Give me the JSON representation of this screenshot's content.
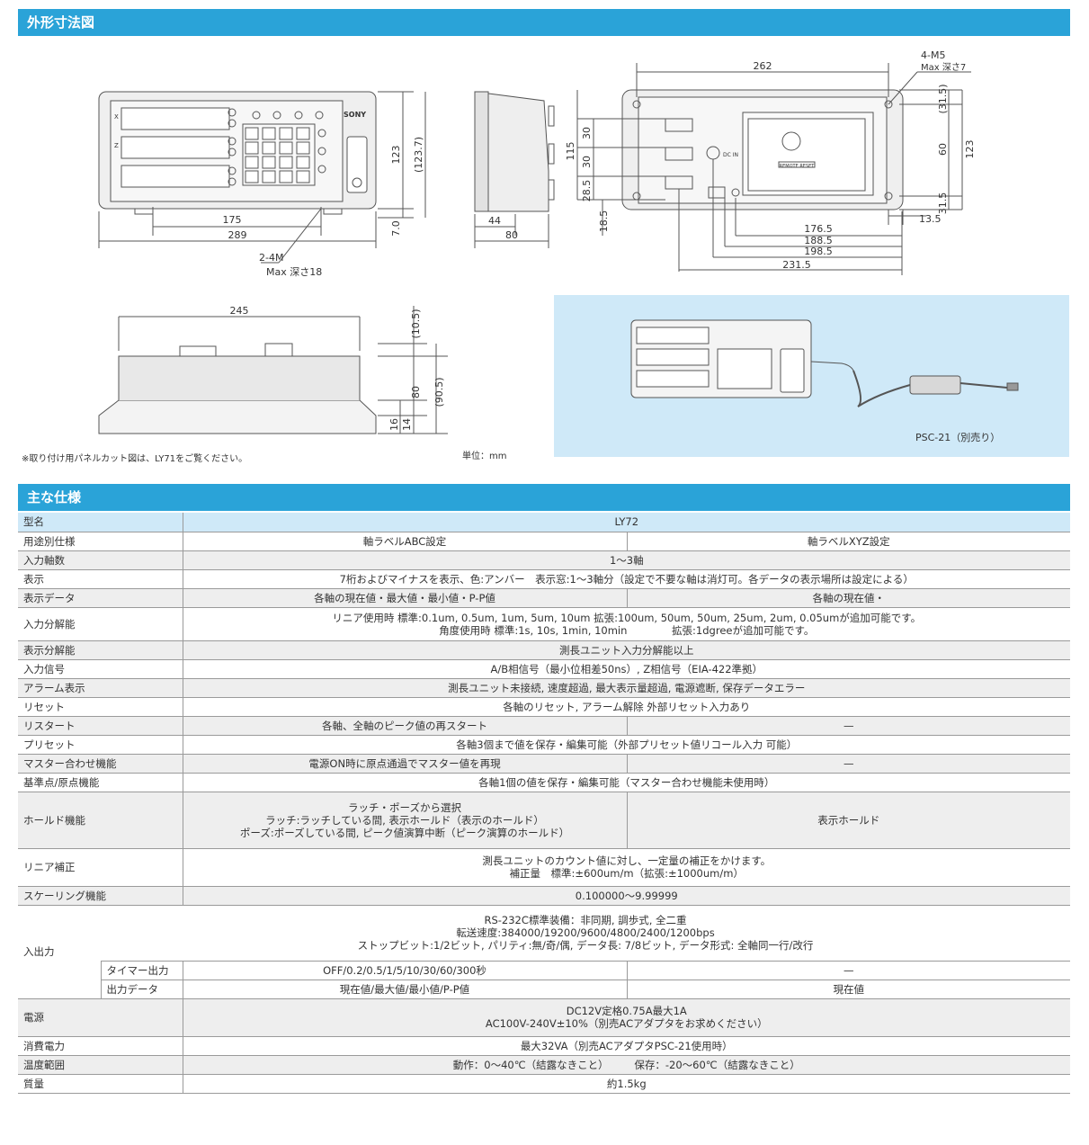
{
  "sections": {
    "dimensions_title": "外形寸法図",
    "spec_title": "主な仕様"
  },
  "drawing": {
    "front": {
      "brand": "SONY",
      "dim_width_inner": "175",
      "dim_width_total": "289",
      "dim_height": "123",
      "dim_height_paren": "(123.7)",
      "dim_foot": "7.0",
      "screw_note_line1": "2-4M",
      "screw_note_line2": "Max 深さ18",
      "axis_x": "X",
      "axis_z": "Z"
    },
    "side": {
      "dim_depth_front": "44",
      "dim_depth_total": "80"
    },
    "back": {
      "dim_width": "262",
      "screw_note_line1": "4-M5",
      "screw_note_line2": "Max 深さ7",
      "left_30a": "30",
      "left_30b": "30",
      "left_115": "115",
      "left_285": "28.5",
      "left_185": "18.5",
      "right_315a": "(31.5)",
      "right_60": "60",
      "right_123": "123",
      "right_315b": "31.5",
      "right_135": "13.5",
      "h_1765": "176.5",
      "h_1885": "188.5",
      "h_1985": "198.5",
      "h_2315": "231.5",
      "dcin": "DC IN",
      "remote_reset": "REMOTE RESET"
    },
    "top": {
      "dim_width": "245",
      "dim_105": "(10.5)",
      "dim_80": "80",
      "dim_905": "(90.5)",
      "dim_16": "16",
      "dim_14": "14"
    },
    "panel_note": "※取り付け用パネルカット図は、LY71をご覧ください。",
    "unit_note": "単位：mm",
    "psc_caption": "PSC-21（別売り）"
  },
  "spec": {
    "model": {
      "label": "型名",
      "value": "LY72"
    },
    "usage": {
      "label": "用途別仕様",
      "col1": "軸ラベルABC設定",
      "col2": "軸ラベルXYZ設定"
    },
    "axes": {
      "label": "入力軸数",
      "value": "1〜3軸"
    },
    "display": {
      "label": "表示",
      "value": "7桁およびマイナスを表示、色:アンバー　表示窓:1〜3軸分（設定で不要な軸は消灯可。各データの表示場所は設定による）"
    },
    "display_data": {
      "label": "表示データ",
      "col1": "各軸の現在値・最大値・最小値・P-P値",
      "col2": "各軸の現在値・"
    },
    "input_resolution": {
      "label": "入力分解能",
      "line1": "リニア使用時  標準:0.1um, 0.5um, 1um, 5um, 10um  拡張:100um, 50um, 50um, 25um, 2um, 0.05umが追加可能です。",
      "line2": "角度使用時  標準:1s, 10s, 1min, 10min　　　　 拡張:1dgreeが追加可能です。"
    },
    "display_resolution": {
      "label": "表示分解能",
      "value": "測長ユニット入力分解能以上"
    },
    "input_signal": {
      "label": "入力信号",
      "value": "A/B相信号（最小位相差50ns）, Z相信号（EIA-422準拠）"
    },
    "alarm": {
      "label": "アラーム表示",
      "value": "測長ユニット未接続, 速度超過, 最大表示量超過, 電源遮断, 保存データエラー"
    },
    "reset": {
      "label": "リセット",
      "value": "各軸のリセット, アラーム解除  外部リセット入力あり"
    },
    "restart": {
      "label": "リスタート",
      "col1": "各軸、全軸のピーク値の再スタート",
      "col2": "—"
    },
    "preset": {
      "label": "プリセット",
      "value": "各軸3個まで値を保存・編集可能（外部プリセット値リコール入力 可能）"
    },
    "master": {
      "label": "マスター合わせ機能",
      "col1": "電源ON時に原点通過でマスター値を再現",
      "col2": "—"
    },
    "reference": {
      "label": "基準点/原点機能",
      "value": "各軸1個の値を保存・編集可能（マスター合わせ機能未使用時）"
    },
    "hold": {
      "label": "ホールド機能",
      "col1_line1": "ラッチ・ポーズから選択",
      "col1_line2": "ラッチ:ラッチしている間, 表示ホールド（表示のホールド）",
      "col1_line3": "ポーズ:ポーズしている間, ピーク値演算中断（ピーク演算のホールド）",
      "col2": "表示ホールド"
    },
    "linear_comp": {
      "label": "リニア補正",
      "line1": "測長ユニットのカウント値に対し、一定量の補正をかけます。",
      "line2": "補正量　標準:±600um/m（拡張:±1000um/m）"
    },
    "scaling": {
      "label": "スケーリング機能",
      "value": "0.100000〜9.99999"
    },
    "io": {
      "label": "入出力",
      "line1": "RS-232C標準装備：非同期, 調歩式, 全二重",
      "line2": "転送速度:384000/19200/9600/4800/2400/1200bps",
      "line3": "ストップビット:1/2ビット, パリティ:無/奇/偶, データ長: 7/8ビット, データ形式: 全軸同一行/改行"
    },
    "timer": {
      "label": "タイマー出力",
      "col1": "OFF/0.2/0.5/1/5/10/30/60/300秒",
      "col2": "—"
    },
    "output_data": {
      "label": "出力データ",
      "col1": "現在値/最大値/最小値/P-P値",
      "col2": "現在値"
    },
    "power": {
      "label": "電源",
      "line1": "DC12V定格0.75A最大1A",
      "line2": "AC100V-240V±10%（別売ACアダプタをお求めください）"
    },
    "consumption": {
      "label": "消費電力",
      "value": "最大32VA（別売ACアダプタPSC-21使用時）"
    },
    "temperature": {
      "label": "温度範囲",
      "value": "動作：0〜40℃（結露なきこと）　　　保存：-20〜60℃（結露なきこと）"
    },
    "mass": {
      "label": "質量",
      "value": "約1.5kg"
    }
  }
}
